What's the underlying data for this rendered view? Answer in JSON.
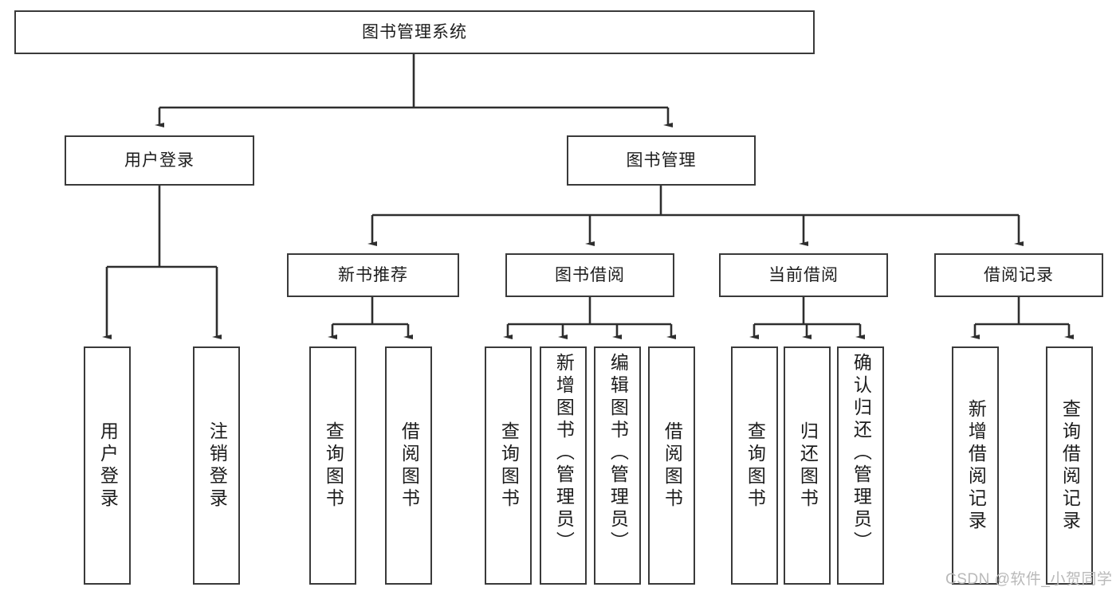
{
  "diagram": {
    "type": "tree-hierarchy-chart",
    "title": "图书管理系统",
    "root": {
      "label": "图书管理系统"
    },
    "level2": [
      {
        "label": "用户登录"
      },
      {
        "label": "图书管理"
      }
    ],
    "level3": [
      {
        "label": "新书推荐"
      },
      {
        "label": "图书借阅"
      },
      {
        "label": "当前借阅"
      },
      {
        "label": "借阅记录"
      }
    ],
    "leaves": {
      "user_login": [
        {
          "label": "用户登录"
        },
        {
          "label": "注销登录"
        }
      ],
      "new_book_recommend": [
        {
          "label": "查询图书"
        },
        {
          "label": "借阅图书"
        }
      ],
      "book_borrow": [
        {
          "label": "查询图书"
        },
        {
          "label": "新增图书（管理员）"
        },
        {
          "label": "编辑图书（管理员）"
        },
        {
          "label": "借阅图书"
        }
      ],
      "current_borrow": [
        {
          "label": "查询图书"
        },
        {
          "label": "归还图书"
        },
        {
          "label": "确认归还（管理员）"
        }
      ],
      "borrow_record": [
        {
          "label": "新增借阅记录"
        },
        {
          "label": "查询借阅记录"
        }
      ]
    }
  },
  "watermark": {
    "text": "CSDN @软件_小贺同学"
  },
  "colors": {
    "stroke": "#3a3a3a",
    "background": "#ffffff",
    "text": "#1c1c1c",
    "watermark": "#b9b9b9"
  }
}
